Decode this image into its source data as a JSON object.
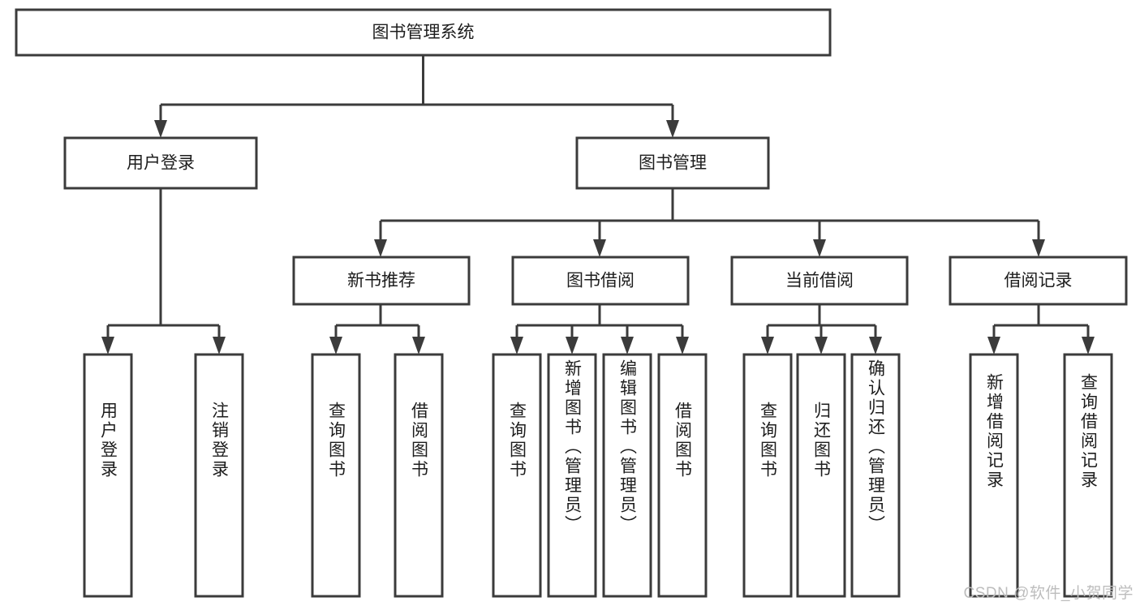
{
  "diagram": {
    "type": "tree-hierarchy",
    "title": "图书管理系统",
    "orientation": "top-down",
    "colors": {
      "box_stroke": "#3b3b3b",
      "box_fill": "#ffffff",
      "connector": "#3b3b3b",
      "text": "#1d1d1d",
      "background": "#ffffff",
      "watermark": "#bdbdbd"
    },
    "root": {
      "label": "图书管理系统"
    },
    "level1": [
      {
        "label": "用户登录"
      },
      {
        "label": "图书管理"
      }
    ],
    "level2": [
      {
        "label": "新书推荐"
      },
      {
        "label": "图书借阅"
      },
      {
        "label": "当前借阅"
      },
      {
        "label": "借阅记录"
      }
    ],
    "leaves": {
      "user_login": [
        {
          "label": "用户登录"
        },
        {
          "label": "注销登录"
        }
      ],
      "new_book_recommend": [
        {
          "label": "查询图书"
        },
        {
          "label": "借阅图书"
        }
      ],
      "book_borrow": [
        {
          "label": "查询图书"
        },
        {
          "label": "新增图书（管理员）"
        },
        {
          "label": "编辑图书（管理员）"
        },
        {
          "label": "借阅图书"
        }
      ],
      "current_borrow": [
        {
          "label": "查询图书"
        },
        {
          "label": "归还图书"
        },
        {
          "label": "确认归还（管理员）"
        }
      ],
      "borrow_record": [
        {
          "label": "新增借阅记录"
        },
        {
          "label": "查询借阅记录"
        }
      ]
    },
    "watermark": "CSDN @软件_小贺同学"
  }
}
